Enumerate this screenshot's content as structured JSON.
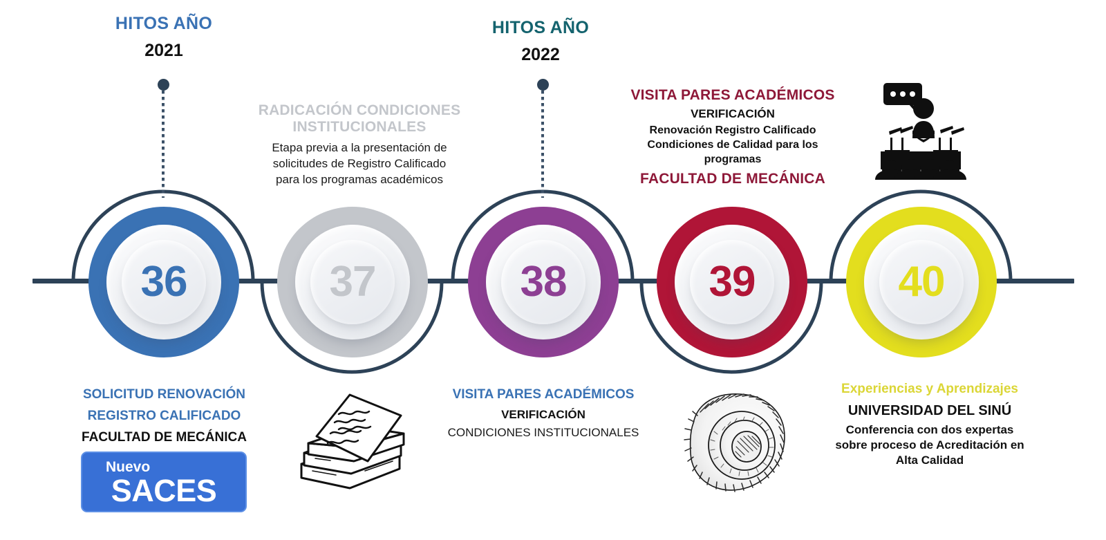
{
  "colors": {
    "navy": "#2d4257",
    "blue": "#3a72b4",
    "gray": "#c3c6cb",
    "purple": "#8d3f93",
    "crimson": "#b01537",
    "yellow": "#e3de1e",
    "teal": "#14636e",
    "header_blue": "#3a72b4",
    "saces_blue": "#3870d6"
  },
  "years": [
    {
      "label": "HITOS AÑO",
      "value": "2021",
      "color": "#3a72b4"
    },
    {
      "label": "HITOS AÑO",
      "value": "2022",
      "color": "#14636e"
    }
  ],
  "nodes": [
    {
      "number": "36",
      "color": "#3a72b4",
      "arc": "top"
    },
    {
      "number": "37",
      "color": "#c3c6cb",
      "arc": "bottom"
    },
    {
      "number": "38",
      "color": "#8d3f93",
      "arc": "top"
    },
    {
      "number": "39",
      "color": "#b01537",
      "arc": "bottom"
    },
    {
      "number": "40",
      "color": "#e3de1e",
      "arc": "top"
    }
  ],
  "milestone_36": {
    "title_line1": "SOLICITUD RENOVACIÓN",
    "title_line2": "REGISTRO CALIFICADO",
    "subtitle": "FACULTAD DE MECÁNICA",
    "badge_top": "Nuevo",
    "badge_main": "SACES"
  },
  "milestone_37": {
    "title_line1": "RADICACIÓN CONDICIONES",
    "title_line2": "INSTITUCIONALES",
    "body_line1": "Etapa previa a la presentación de",
    "body_line2": "solicitudes de Registro Calificado",
    "body_line3": "para los programas académicos",
    "icon": "documents-stack-icon"
  },
  "milestone_38": {
    "title": "VISITA PARES ACADÉMICOS",
    "subtitle": "VERIFICACIÓN",
    "body": "CONDICIONES INSTITUCIONALES"
  },
  "milestone_39": {
    "title": "VISITA PARES ACADÉMICOS",
    "subtitle": "VERIFICACIÓN",
    "body_line1": "Renovación Registro Calificado",
    "body_line2": "Condiciones de Calidad para los",
    "body_line3": "programas",
    "footer": "FACULTAD DE MECÁNICA",
    "icon": "gear-icon"
  },
  "milestone_40": {
    "title": "Experiencias y Aprendizajes",
    "subtitle": "UNIVERSIDAD DEL SINÚ",
    "body_line1": "Conferencia con dos expertas",
    "body_line2": "sobre proceso de Acreditación en",
    "body_line3": "Alta Calidad",
    "icon": "conference-presentation-icon"
  }
}
